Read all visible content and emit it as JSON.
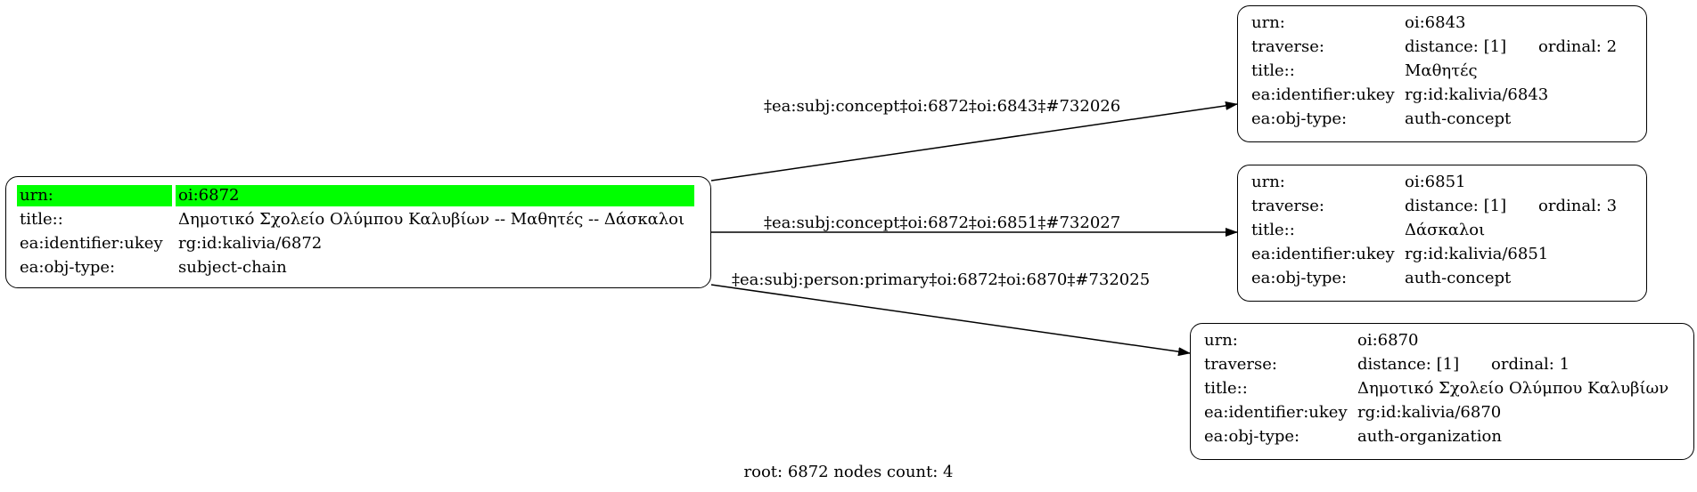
{
  "root_node": {
    "rows": [
      {
        "key": "urn:",
        "value": "oi:6872"
      },
      {
        "key": "title::",
        "value": "Δημοτικό Σχολείο Ολύμπου Καλυβίων -- Μαθητές -- Δάσκαλοι"
      },
      {
        "key": "ea:identifier:ukey",
        "value": "rg:id:kalivia/6872"
      },
      {
        "key": "ea:obj-type:",
        "value": "subject-chain"
      }
    ],
    "highlight_color": "#00ff00"
  },
  "nodes": [
    {
      "urn_key": "urn:",
      "urn": "oi:6843",
      "traverse_key": "traverse:",
      "distance": "distance: [1]",
      "ordinal": "ordinal: 2",
      "title_key": "title::",
      "title": "Μαθητές",
      "ukey_key": "ea:identifier:ukey",
      "ukey": "rg:id:kalivia/6843",
      "type_key": "ea:obj-type:",
      "type": "auth-concept"
    },
    {
      "urn_key": "urn:",
      "urn": "oi:6851",
      "traverse_key": "traverse:",
      "distance": "distance: [1]",
      "ordinal": "ordinal: 3",
      "title_key": "title::",
      "title": "Δάσκαλοι",
      "ukey_key": "ea:identifier:ukey",
      "ukey": "rg:id:kalivia/6851",
      "type_key": "ea:obj-type:",
      "type": "auth-concept"
    },
    {
      "urn_key": "urn:",
      "urn": "oi:6870",
      "traverse_key": "traverse:",
      "distance": "distance: [1]",
      "ordinal": "ordinal: 1",
      "title_key": "title::",
      "title": "Δημοτικό Σχολείο Ολύμπου Καλυβίων",
      "ukey_key": "ea:identifier:ukey",
      "ukey": "rg:id:kalivia/6870",
      "type_key": "ea:obj-type:",
      "type": "auth-organization"
    }
  ],
  "edges": [
    {
      "label": "‡ea:subj:concept‡oi:6872‡oi:6843‡#732026"
    },
    {
      "label": "‡ea:subj:concept‡oi:6872‡oi:6851‡#732027"
    },
    {
      "label": "‡ea:subj:person:primary‡oi:6872‡oi:6870‡#732025"
    }
  ],
  "footer": "root: 6872 nodes count: 4"
}
